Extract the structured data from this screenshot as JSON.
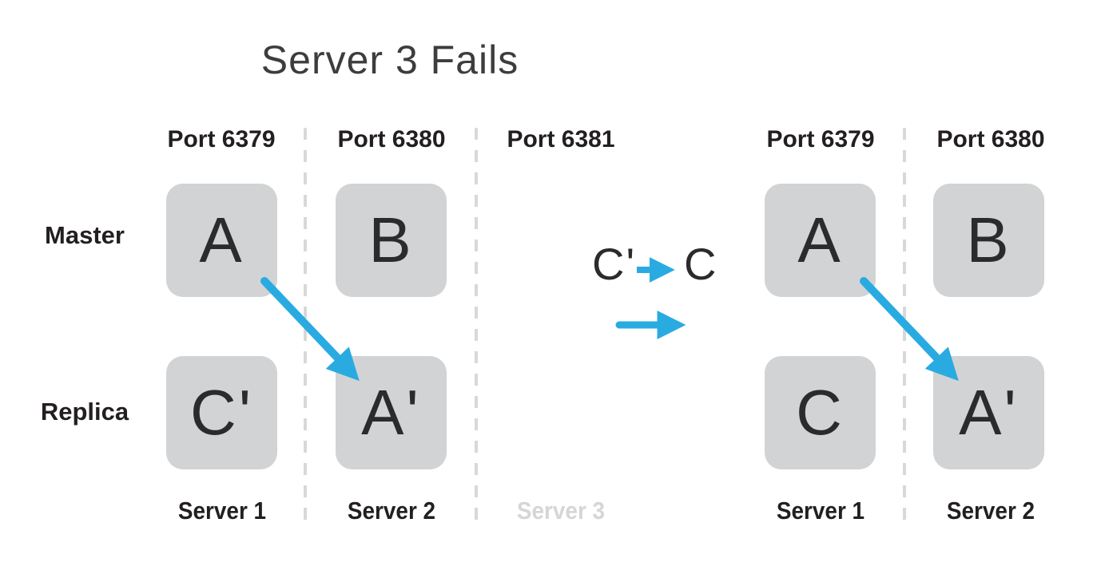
{
  "title": "Server 3 Fails",
  "colors": {
    "accent": "#29abe2",
    "box": "#d2d3d4",
    "ink": "#2b2b2b",
    "label": "#231f20",
    "muted": "#d6d6d6",
    "dash": "#d8d8d8",
    "title": "#3d3d3d"
  },
  "row_labels": {
    "master": "Master",
    "replica": "Replica"
  },
  "left_cluster": {
    "ports": [
      "Port 6379",
      "Port 6380",
      "Port 6381"
    ],
    "master_cells": [
      "A",
      "B"
    ],
    "replica_cells": [
      "C'",
      "A'"
    ],
    "servers": [
      "Server 1",
      "Server 2",
      "Server 3"
    ]
  },
  "annotation": {
    "from": "C'",
    "to": "C"
  },
  "right_cluster": {
    "ports": [
      "Port 6379",
      "Port 6380"
    ],
    "master_cells": [
      "A",
      "B"
    ],
    "replica_cells": [
      "C",
      "A'"
    ],
    "servers": [
      "Server 1",
      "Server 2"
    ]
  }
}
